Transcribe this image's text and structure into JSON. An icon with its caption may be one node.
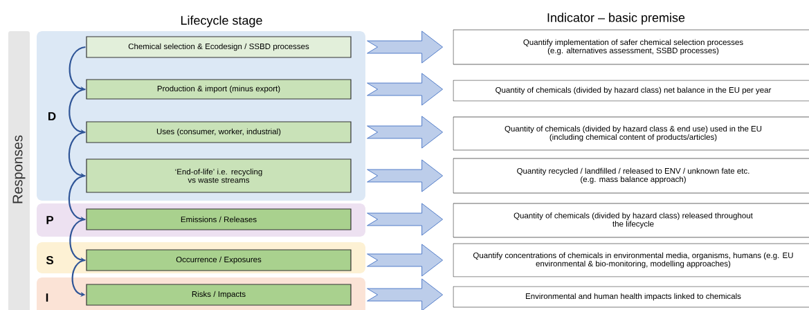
{
  "diagram": {
    "nodes": [
      {
        "text": [
          "Responses"
        ]
      },
      {
        "text": [
          "D"
        ]
      },
      {
        "text": [
          "Chemical selection & Ecodesign / SSBD processes"
        ],
        "in": 1
      },
      {
        "text": [
          "Production & import (minus export)"
        ],
        "in": 1
      },
      {
        "text": [
          "Uses (consumer, worker, industrial)"
        ],
        "in": 1
      },
      {
        "text": [
          "‘End-of-life’ i.e. recycling vs waste streams"
        ],
        "in": 1
      },
      {
        "text": [
          "P"
        ]
      },
      {
        "text": [
          "Emissions / Releases"
        ],
        "in": 6
      },
      {
        "text": [
          "S"
        ]
      },
      {
        "text": [
          "Occurrence / Exposures"
        ],
        "in": 8
      },
      {
        "text": [
          "I"
        ]
      },
      {
        "text": [
          "Risks / Impacts"
        ],
        "in": 10
      },
      {
        "text": [
          "Quantify implementation of safer chemical selection processes (e.g. alternatives assessment, SSBD processes)"
        ]
      },
      {
        "text": [
          "Quantity of chemicals (divided by hazard class) net balance in the EU per year"
        ]
      },
      {
        "text": [
          "Quantity of chemicals (divided by hazard class & end use) used in the EU (including chemical content of products/articles)"
        ]
      },
      {
        "text": [
          "Quantity recycled / landfilled / released to ENV / unknown fate etc. (e.g. mass balance approach)"
        ]
      },
      {
        "text": [
          "Quantity of chemicals (divided by hazard class) released throughout the lifecycle"
        ]
      },
      {
        "text": [
          "Quantify concentrations of chemicals in environmental media, organisms, humans (e.g. EU environmental & bio-monitoring, modelling approaches)"
        ]
      },
      {
        "text": [
          "Environmental and human health impacts linked to chemicals"
        ]
      }
    ],
    "edges": [
      {
        "from": 2,
        "to": 3,
        "arrow": "to",
        "color": "#2f5597"
      },
      {
        "from": 3,
        "to": 4,
        "arrow": "to",
        "color": "#2f5597"
      },
      {
        "from": 4,
        "to": 5,
        "arrow": "to",
        "color": "#2f5597"
      },
      {
        "from": 5,
        "to": 7,
        "arrow": "to",
        "color": "#2f5597"
      },
      {
        "from": 7,
        "to": 9,
        "arrow": "to",
        "color": "#2f5597"
      },
      {
        "from": 9,
        "to": 11,
        "arrow": "to",
        "color": "#2f5597"
      },
      {
        "from": 2,
        "to": 12,
        "arrow": "to",
        "style": "thick"
      },
      {
        "from": 3,
        "to": 13,
        "arrow": "to",
        "style": "thick"
      },
      {
        "from": 4,
        "to": 14,
        "arrow": "to",
        "style": "thick"
      },
      {
        "from": 5,
        "to": 15,
        "arrow": "to",
        "style": "thick"
      },
      {
        "from": 7,
        "to": 16,
        "arrow": "to",
        "style": "thick"
      },
      {
        "from": 9,
        "to": 17,
        "arrow": "to",
        "style": "thick"
      },
      {
        "from": 11,
        "to": 18,
        "arrow": "to",
        "style": "thick"
      }
    ],
    "labels": [
      "Lifecycle stage",
      "Indicator – basic premise"
    ]
  }
}
